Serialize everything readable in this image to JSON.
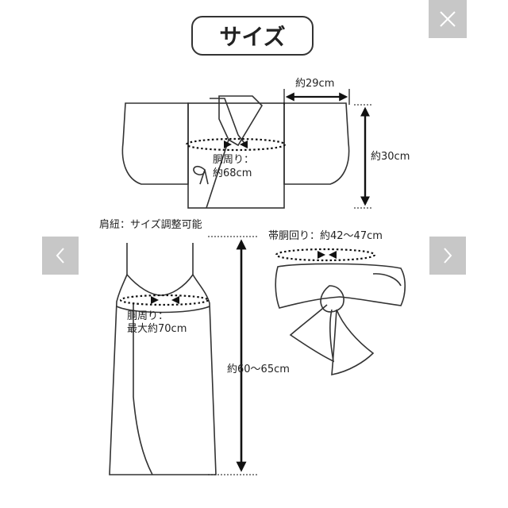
{
  "title": "サイズ",
  "controls": {
    "close_icon": "close-icon",
    "prev_icon": "chevron-left-icon",
    "next_icon": "chevron-right-icon",
    "button_color": "#c7c7c7"
  },
  "jacket": {
    "sleeve_label": "約29cm",
    "length_label": "約30cm",
    "waist_line1": "胴周り：",
    "waist_line2": "約68cm"
  },
  "dress": {
    "strap_label": "肩紐：サイズ調整可能",
    "waist_line1": "胴周り：",
    "waist_line2": "最大約70cm",
    "length_label": "約60〜65cm"
  },
  "sash": {
    "waist_label": "帯胴回り：約42〜47cm"
  }
}
